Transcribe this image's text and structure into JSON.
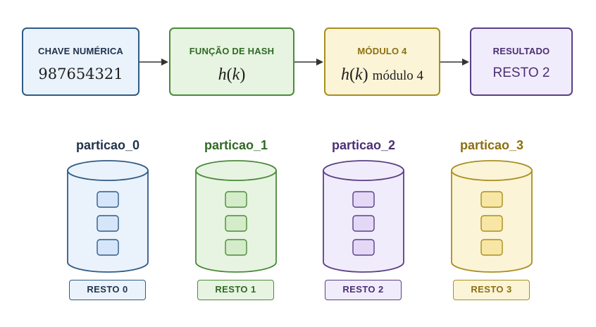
{
  "pipeline": [
    {
      "title": "CHAVE NUMÉRICA",
      "value": "987654321"
    },
    {
      "title": "FUNÇÃO DE HASH",
      "value_fn": "h",
      "value_arg": "k"
    },
    {
      "title": "MÓDULO 4",
      "value_fn": "h",
      "value_arg": "k",
      "value_suffix": "módulo 4"
    },
    {
      "title": "RESULTADO",
      "value": "RESTO 2"
    }
  ],
  "partitions": [
    {
      "name": "particao_0",
      "label": "RESTO 0",
      "color": "#2f5b86",
      "fill": "#eaf2fb",
      "block": "#d6e6fa"
    },
    {
      "name": "particao_1",
      "label": "RESTO 1",
      "color": "#4b8a3b",
      "fill": "#e7f4e1",
      "block": "#d4ecc9"
    },
    {
      "name": "particao_2",
      "label": "RESTO 2",
      "color": "#5a3f86",
      "fill": "#f1ecfb",
      "block": "#e3d9f7"
    },
    {
      "name": "particao_3",
      "label": "RESTO 3",
      "color": "#a88f1f",
      "fill": "#fbf4d7",
      "block": "#f7e6a6"
    }
  ]
}
